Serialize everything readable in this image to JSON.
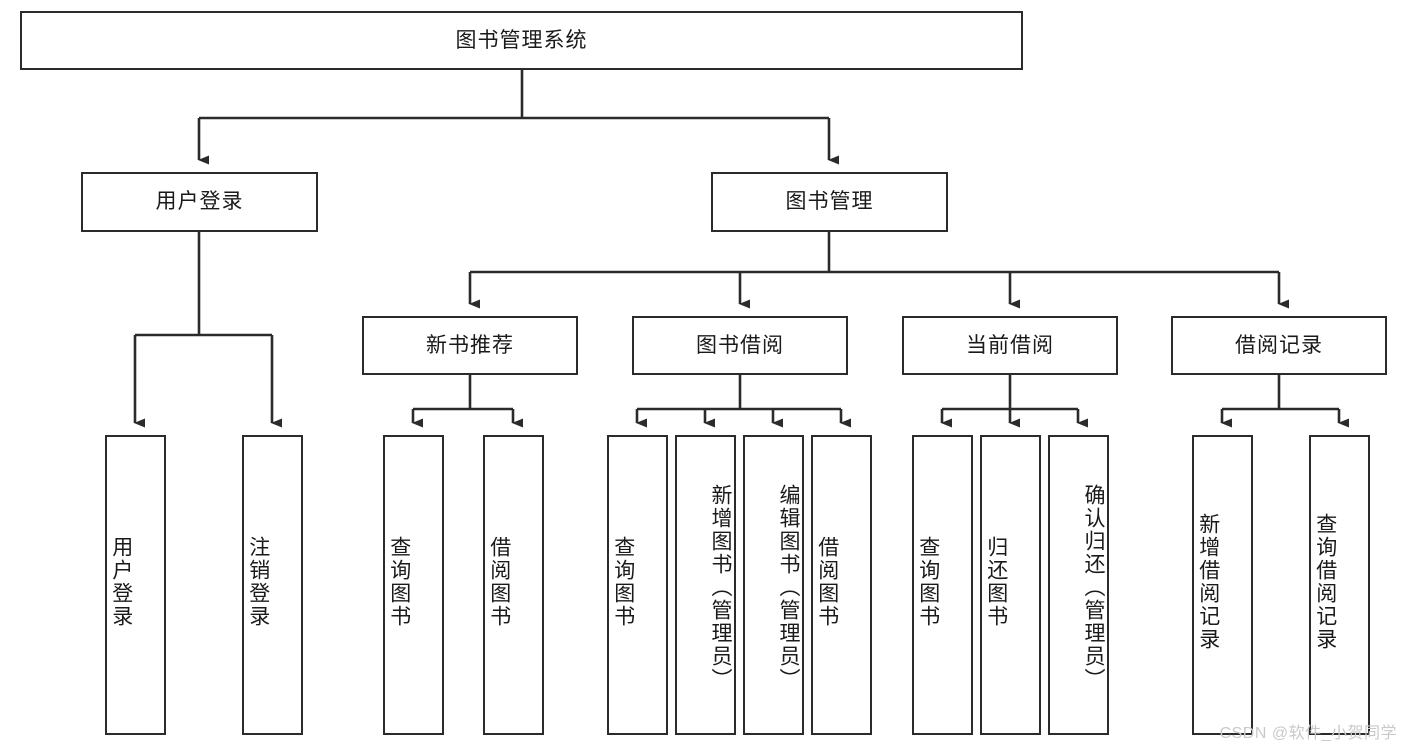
{
  "diagram": {
    "title": "图书管理系统",
    "type": "tree-hierarchy-chart",
    "root": {
      "label": "图书管理系统"
    },
    "level2": [
      {
        "label": "用户登录"
      },
      {
        "label": "图书管理"
      }
    ],
    "level3": [
      {
        "label": "新书推荐"
      },
      {
        "label": "图书借阅"
      },
      {
        "label": "当前借阅"
      },
      {
        "label": "借阅记录"
      }
    ],
    "leaves": {
      "user_login": [
        {
          "label": "用户登录"
        },
        {
          "label": "注销登录"
        }
      ],
      "new_book_recommend": [
        {
          "label": "查询图书"
        },
        {
          "label": "借阅图书"
        }
      ],
      "book_borrow": [
        {
          "label": "查询图书"
        },
        {
          "label": "新增图书（管理员）"
        },
        {
          "label": "编辑图书（管理员）"
        },
        {
          "label": "借阅图书"
        }
      ],
      "current_borrow": [
        {
          "label": "查询图书"
        },
        {
          "label": "归还图书"
        },
        {
          "label": "确认归还（管理员）"
        }
      ],
      "borrow_record": [
        {
          "label": "新增借阅记录"
        },
        {
          "label": "查询借阅记录"
        }
      ]
    },
    "colors": {
      "box_border": "#2b2b2b",
      "box_fill": "#ffffff",
      "connector": "#2b2b2b",
      "text": "#1a1a1a",
      "watermark": "#c9c9c9"
    }
  },
  "watermark": {
    "text": "CSDN @软件_小贺同学"
  }
}
